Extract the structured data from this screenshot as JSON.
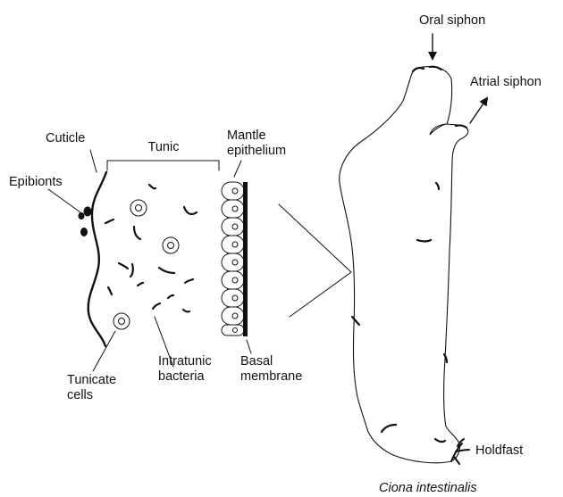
{
  "diagram": {
    "species_caption": "Ciona intestinalis",
    "labels": {
      "cuticle": "Cuticle",
      "tunic": "Tunic",
      "epibionts": "Epibionts",
      "mantle_line1": "Mantle",
      "mantle_line2": "epithelium",
      "tunicate_line1": "Tunicate",
      "tunicate_line2": "cells",
      "intratunic_line1": "Intratunic",
      "intratunic_line2": "bacteria",
      "basal_line1": "Basal",
      "basal_line2": "membrane",
      "oral_siphon": "Oral siphon",
      "atrial_siphon": "Atrial siphon",
      "holdfast": "Holdfast"
    }
  }
}
